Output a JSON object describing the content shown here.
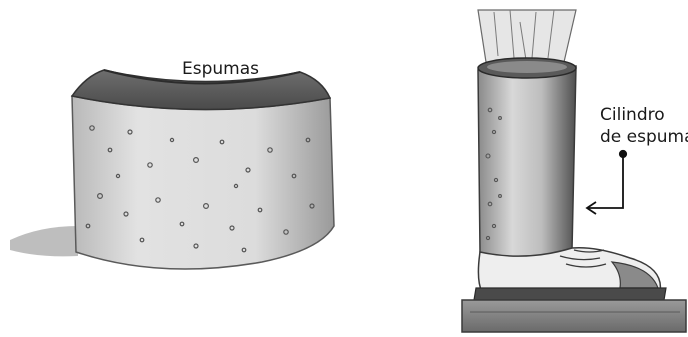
{
  "labels": {
    "foam": "Espumas",
    "cylinder_line1": "Cilindro",
    "cylinder_line2": "de espuma"
  },
  "colors": {
    "pencil_dark": "#3a3a3a",
    "pencil_mid": "#8c8c8c",
    "pencil_light": "#cfcfcf",
    "paper": "#ffffff"
  },
  "illustrations": [
    "foam-block",
    "leg-with-foam-cylinder-on-shoe-and-board"
  ]
}
